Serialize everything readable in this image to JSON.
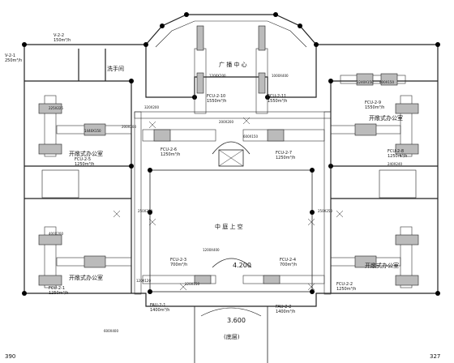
{
  "rooms": {
    "broadcast_center": "广 播 中 心",
    "atrium": "中 庭 上 空",
    "office_left_top": "开敞式办公室",
    "office_left_bottom": "开敞式办公室",
    "office_right_top": "开敞式办公室",
    "office_right_bottom": "开敞式办公室",
    "washroom": "洗手间",
    "lobby": "(底层)"
  },
  "elevations": {
    "atrium_level": "4.200",
    "lobby_level": "3.600"
  },
  "units": [
    {
      "id": "FCU-2-10",
      "flow": "1550m³/h"
    },
    {
      "id": "FCU-2-11",
      "flow": "1550m³/h"
    },
    {
      "id": "FCU-2-5",
      "flow": "1250m³/h"
    },
    {
      "id": "FCU-2-6",
      "flow": "1250m³/h"
    },
    {
      "id": "FCU-2-7",
      "flow": "1250m³/h"
    },
    {
      "id": "FCU-2-8",
      "flow": "1250m³/h"
    },
    {
      "id": "FCU-2-9",
      "flow": "1550m³/h"
    },
    {
      "id": "FCU-2-3",
      "flow": "700m³/h"
    },
    {
      "id": "FCU-2-4",
      "flow": "700m³/h"
    },
    {
      "id": "FCU-2-1",
      "flow": "1250m³/h"
    },
    {
      "id": "FCU-2-2",
      "flow": "1250m³/h"
    },
    {
      "id": "FAU-2-1",
      "flow": "1400m³/h"
    },
    {
      "id": "FAU-2-2",
      "flow": "1400m³/h"
    },
    {
      "id": "V-2-1",
      "flow": "250m³/h"
    },
    {
      "id": "V-2-2",
      "flow": "150m³/h"
    }
  ],
  "duct_sizes": {
    "d1": "1240X150",
    "d2": "800X150",
    "d3": "1440X150",
    "d4": "600X150",
    "d5": "320X200",
    "d6": "200X200",
    "d7": "250X200",
    "d8": "120X120",
    "d9": "200X200",
    "d10": "1200X200",
    "d11": "1000X400",
    "d12": "600X400",
    "d13": "240X240",
    "d14": "250X250",
    "d15": "400X200",
    "d16": "225X225",
    "d17": "1200X400",
    "d18": "120X150"
  },
  "grid_labels": {
    "bottom_left": "390",
    "bottom_right": "327"
  }
}
